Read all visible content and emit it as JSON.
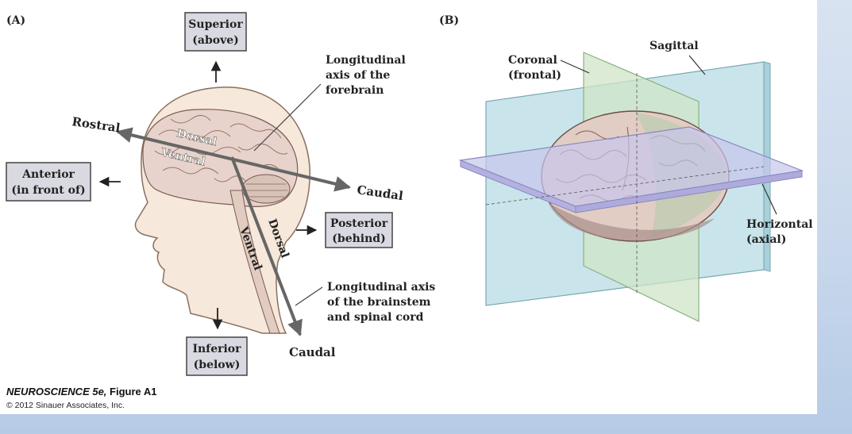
{
  "panel_a": {
    "label": "(A)",
    "superior": {
      "line1": "Superior",
      "line2": "(above)"
    },
    "inferior": {
      "line1": "Inferior",
      "line2": "(below)"
    },
    "anterior": {
      "line1": "Anterior",
      "line2": "(in front of)"
    },
    "posterior": {
      "line1": "Posterior",
      "line2": "(behind)"
    },
    "forebrain_axis": {
      "line1": "Longitudinal",
      "line2": "axis of the",
      "line3": "forebrain"
    },
    "brainstem_axis": {
      "line1": "Longitudinal axis",
      "line2": "of the brainstem",
      "line3": "and spinal cord"
    },
    "rostral": "Rostral",
    "dorsal_forebrain": "Dorsal",
    "ventral_forebrain": "Ventral",
    "caudal_forebrain": "Caudal",
    "dorsal_brainstem": "Dorsal",
    "ventral_brainstem": "Ventral",
    "caudal_brainstem": "Caudal"
  },
  "panel_b": {
    "label": "(B)",
    "coronal": {
      "line1": "Coronal",
      "line2": "(frontal)"
    },
    "sagittal": "Sagittal",
    "horizontal": {
      "line1": "Horizontal",
      "line2": "(axial)"
    }
  },
  "caption": {
    "book": "NEUROSCIENCE 5e,",
    "figure": "Figure A1",
    "copyright": "© 2012 Sinauer Associates, Inc."
  },
  "colors": {
    "box_fill": "#d9d9e2",
    "skin": "#f6e8da",
    "brain": "#e7d3cb",
    "coronal_plane": "#cfe4c8",
    "sagittal_plane": "#bfe0e8",
    "horizontal_plane": "#c8c6ec"
  }
}
